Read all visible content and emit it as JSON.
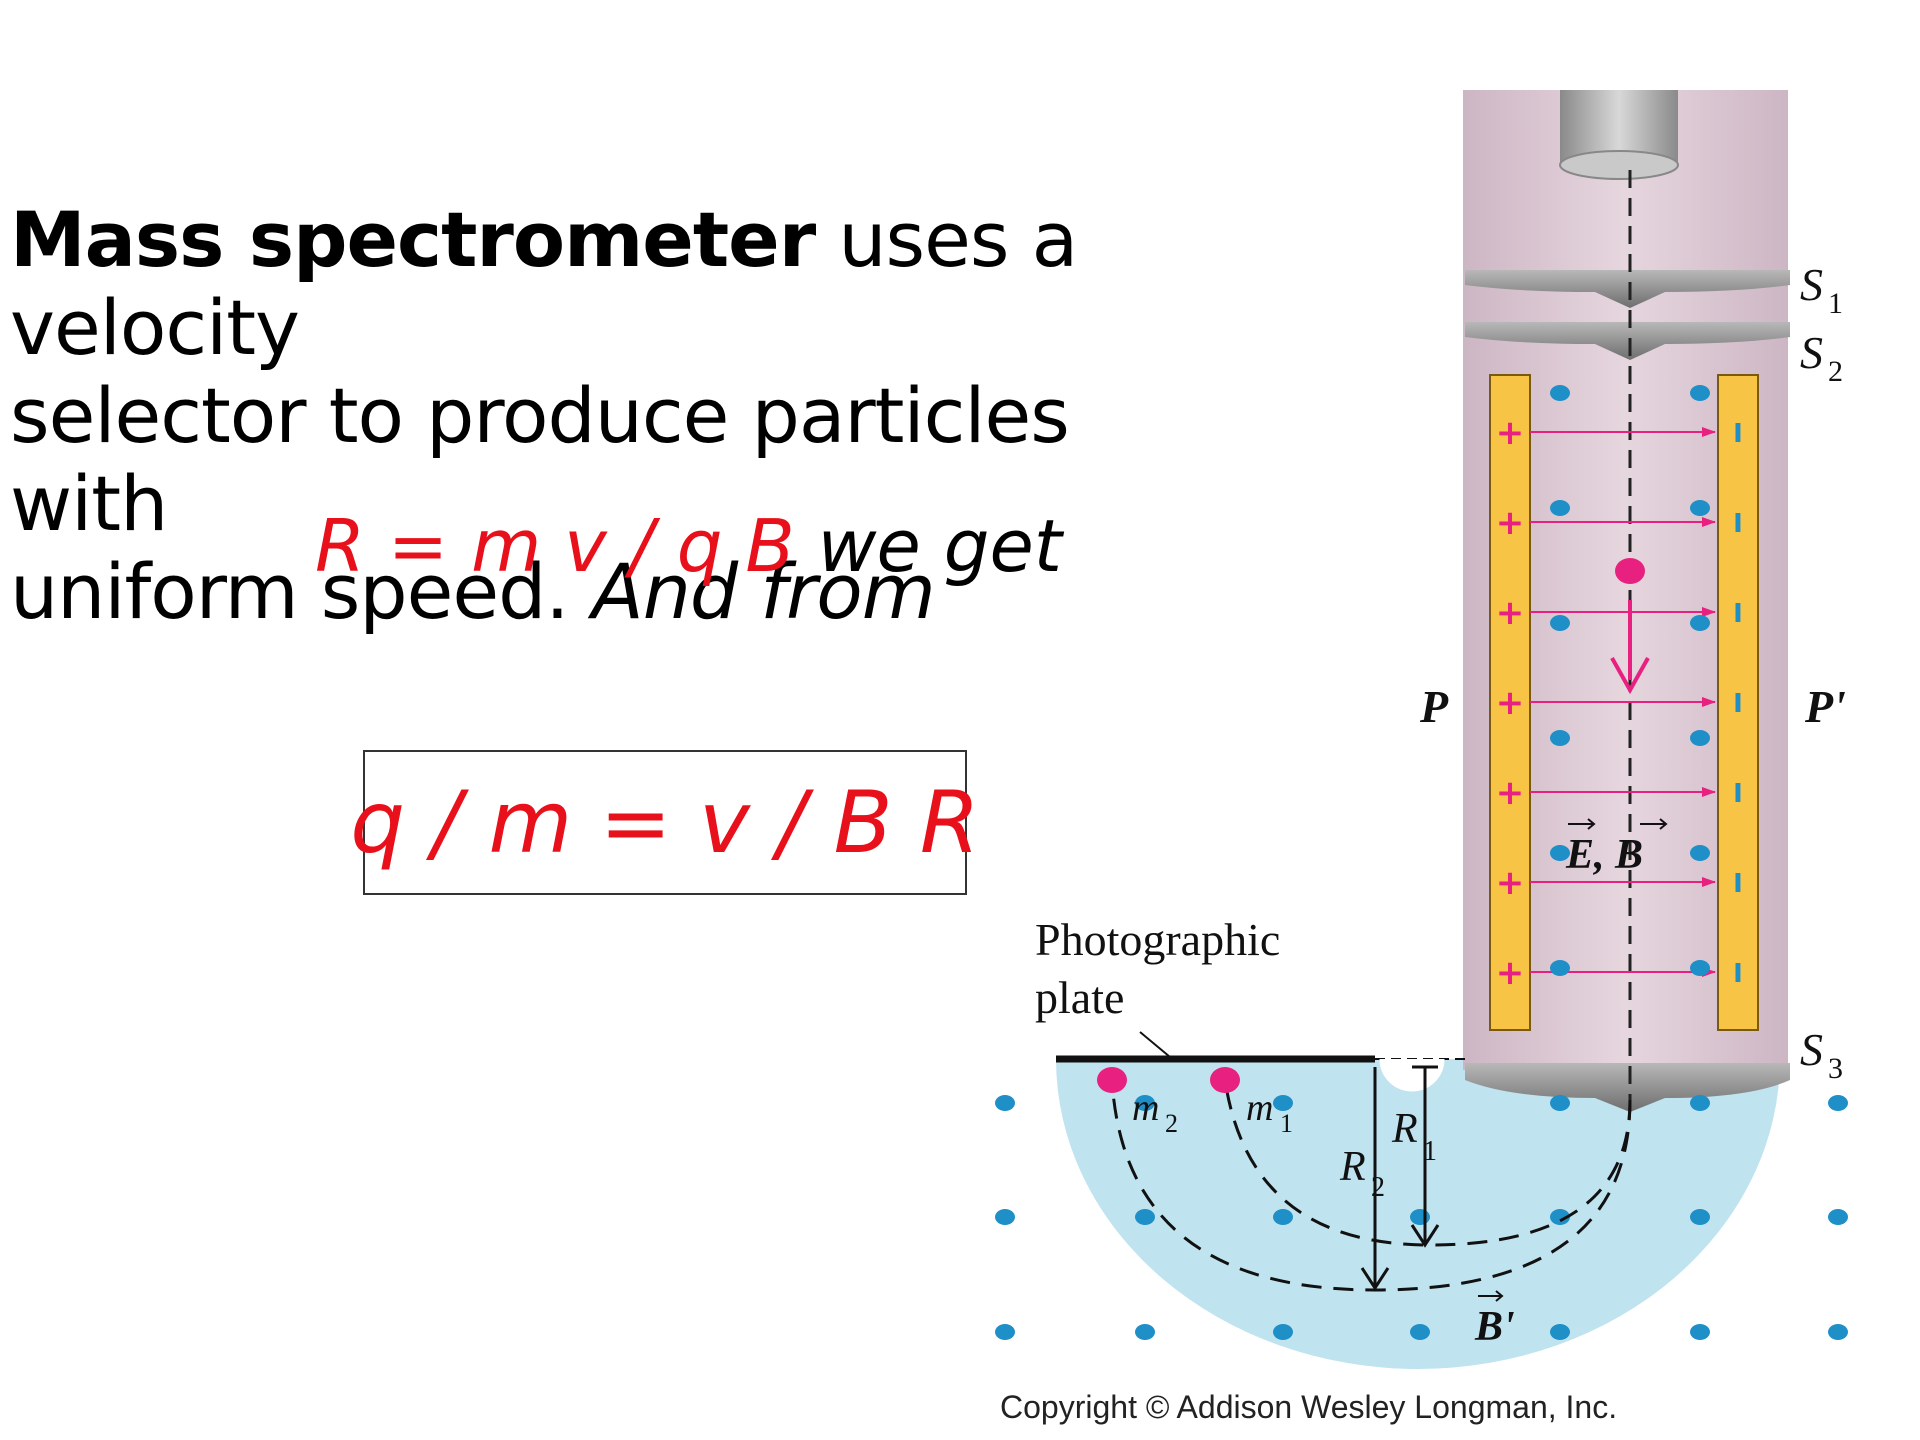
{
  "text": {
    "bold_lead": "Mass spectrometer",
    "line1_rest": " uses a velocity",
    "line2": "selector to produce particles with",
    "line3": "uniform speed.",
    "line3_italic": "And from",
    "eq_radius": "R = m v / q B",
    "eq_radius_suffix": " we get",
    "eq_boxed": "q / m = v / B R"
  },
  "diagram": {
    "labels": {
      "S1": "S",
      "S1_sub": "1",
      "S2": "S",
      "S2_sub": "2",
      "S3": "S",
      "S3_sub": "3",
      "P_left": "P",
      "P_right": "P'",
      "fields": "E, B",
      "field_prime": "B'",
      "plate_line1": "Photographic",
      "plate_line2": "plate",
      "m2": "m",
      "m2_sub": "2",
      "m1": "m",
      "m1_sub": "1",
      "R1": "R",
      "R1_sub": "1",
      "R2": "R",
      "R2_sub": "2",
      "plus": "+",
      "minus": "I"
    },
    "copyright": "Copyright © Addison Wesley Longman, Inc.",
    "colors": {
      "tube": "#d9c6d1",
      "plates": "#f7c445",
      "field_lines": "#e8207f",
      "dots": "#1f8fc8",
      "b_region": "#bfe3ef",
      "slits": "#8a8a8a"
    }
  }
}
